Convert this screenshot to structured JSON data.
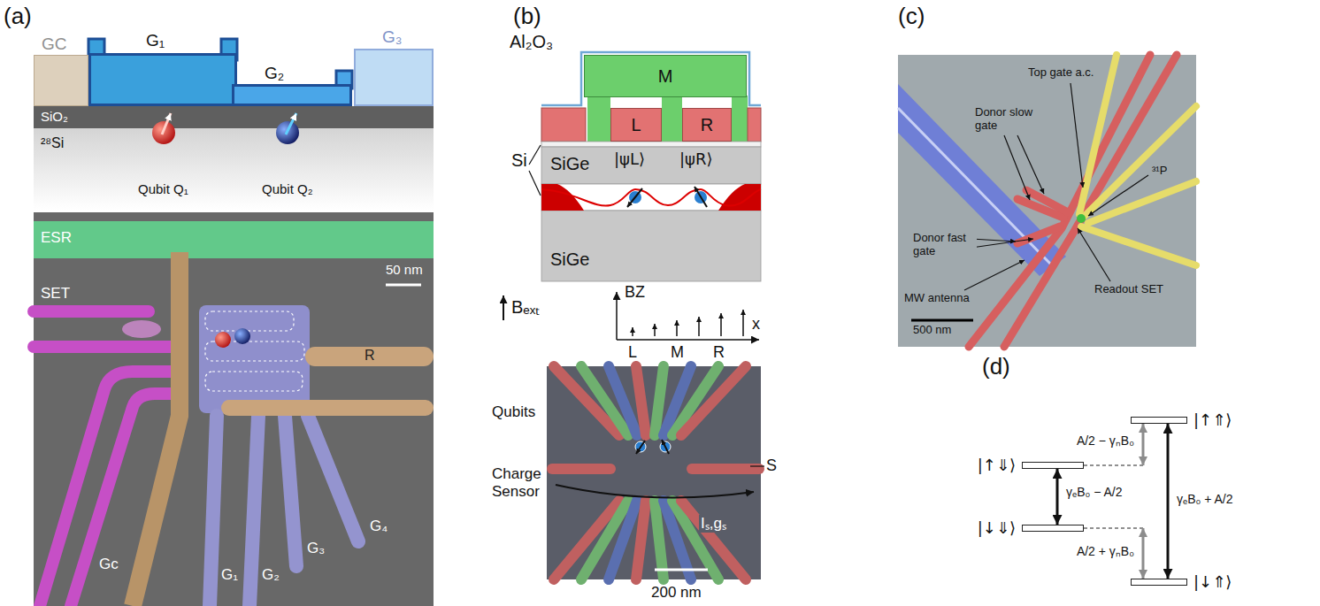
{
  "diagram": {
    "nodes": [
      {
        "text": [
          "GC"
        ]
      },
      {
        "text": [
          "G₁"
        ]
      },
      {
        "text": [
          "G₂"
        ]
      },
      {
        "text": [
          "G₃"
        ]
      },
      {
        "text": [
          "SiO₂"
        ]
      },
      {
        "text": [
          "²⁸Si",
          "Qubit Q₁",
          "Qubit Q₂"
        ]
      },
      {
        "text": [
          "M"
        ]
      },
      {
        "text": [
          "L"
        ]
      },
      {
        "text": [
          "R"
        ]
      },
      {
        "text": [
          "SiGe"
        ]
      },
      {
        "text": [
          "SiGe"
        ]
      },
      {
        "text": [
          "|↑⇑⟩"
        ]
      },
      {
        "text": [
          "|↑⇓⟩"
        ]
      },
      {
        "text": [
          "|↓⇓⟩"
        ]
      },
      {
        "text": [
          "|↓⇑⟩"
        ]
      }
    ],
    "edges": [
      {
        "from": 13,
        "to": 12,
        "arrow": "both",
        "label": "γₑB₀ − A/2"
      },
      {
        "from": 14,
        "to": 11,
        "arrow": "both",
        "label": "γₑB₀ + A/2"
      },
      {
        "from": 12,
        "to": 11,
        "arrow": "both",
        "label": "A/2 − γₙB₀"
      },
      {
        "from": 13,
        "to": 14,
        "arrow": "both",
        "label": "A/2 + γₙB₀"
      }
    ],
    "labels": [
      "(a)",
      "ESR",
      "50 nm",
      "SET",
      "R",
      "Gc",
      "G₁",
      "G₂",
      "G₃",
      "G₄",
      "(b)",
      "Al₂O₃",
      "Si",
      "|ψL⟩",
      "|ψR⟩",
      "Bₑₓₜ",
      "BZ",
      "L",
      "M",
      "R",
      "x",
      "Qubits",
      "Charge Sensor",
      "S",
      "Iₛ,gₛ",
      "200 nm",
      "(c)",
      "Top gate a.c.",
      "Donor slow gate",
      "³¹P",
      "Readout SET",
      "Donor fast gate",
      "MW antenna",
      "500 nm",
      "(d)"
    ]
  }
}
